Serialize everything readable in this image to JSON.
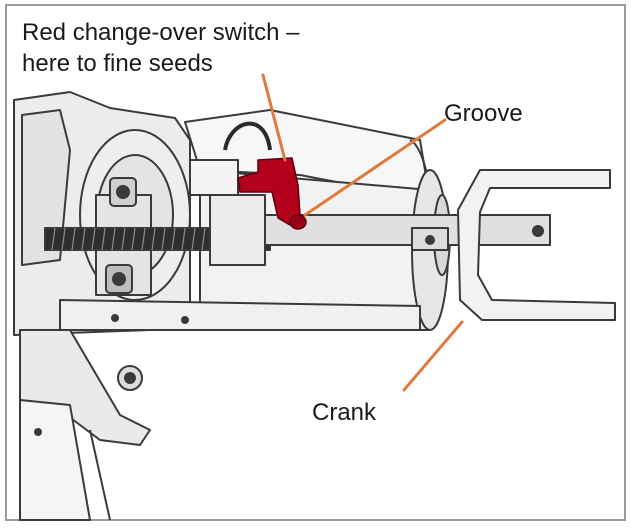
{
  "annotations": {
    "switch_line1": "Red change-over switch –",
    "switch_line2": "here to fine seeds",
    "groove": "Groove",
    "crank": "Crank"
  },
  "colors": {
    "leader": "#e07a3e",
    "switch": "#b3001b",
    "outline": "#3a3a3a",
    "frame_border": "#9a9a9a"
  },
  "icons": [
    "seed-drill-mechanism-illustration"
  ]
}
